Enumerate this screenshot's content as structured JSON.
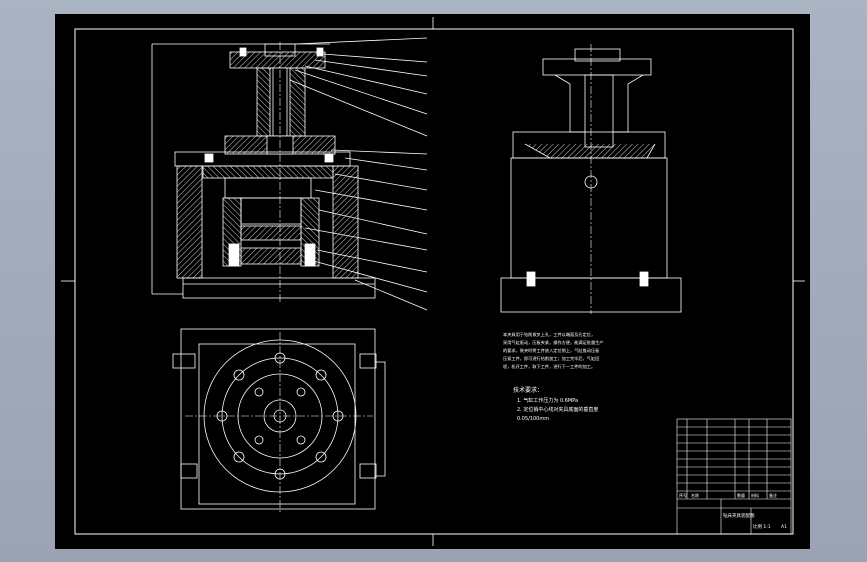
{
  "drawing": {
    "notes_paragraph": [
      "本夹具用于钻削拨叉上孔，工件以端面及孔定位，",
      "采用气缸驱动，压板夹紧，操作方便，能满足批量生产",
      "的要求。装夹时将工件放入定位销上，气缸推动压板",
      "压紧工件，即可进行钻削加工；加工完毕后，气缸回",
      "程，松开工件，取下工件，进行下一工件的加工。"
    ],
    "tech_requirements_title": "技术要求：",
    "tech_requirements": [
      "1. 气缸工作压力为 0.6MPa",
      "2. 定位销中心线对夹具底面的垂直度",
      "0.05/100mm"
    ],
    "title_block": {
      "drawing_name": "钻床夹具装配图",
      "scale": "比例 1:1",
      "sheet": "A1",
      "header_cells": [
        "序号",
        "名称",
        "数量",
        "材料",
        "备注"
      ]
    }
  },
  "colors": {
    "background": "#000000",
    "line": "#ffffff",
    "viewport": "#a5aebd"
  }
}
